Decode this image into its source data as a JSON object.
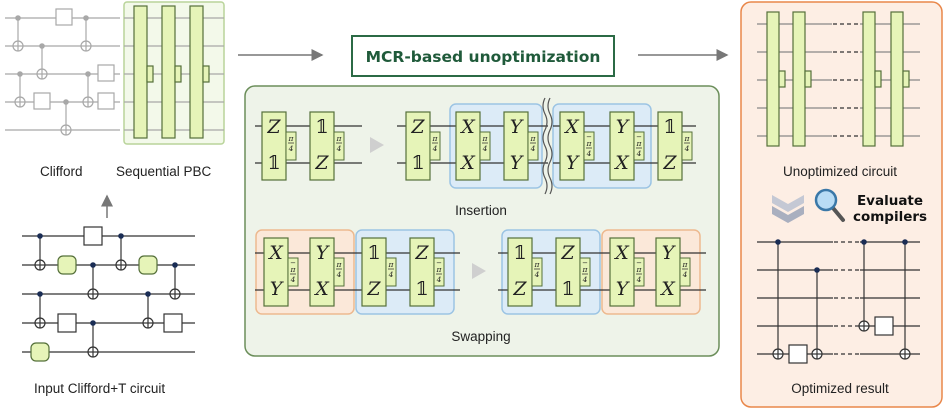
{
  "labels": {
    "clifford": "Clifford",
    "sequential_pbc": "Sequential PBC",
    "input_circuit": "Input Clifford+T circuit",
    "title": "MCR-based unoptimization",
    "insertion": "Insertion",
    "swapping": "Swapping",
    "unoptimized_circuit": "Unoptimized circuit",
    "evaluate_line1": "Evaluate",
    "evaluate_line2": "compilers",
    "optimized_result": "Optimized result"
  },
  "gates": {
    "Z": "Z",
    "X": "X",
    "Y": "Y",
    "one": "𝟙",
    "pi": "π",
    "four": "4",
    "minus": "−"
  },
  "colors": {
    "gate_fill": "#e6f4b8",
    "gate_stroke": "#55703a",
    "panel_green": "#eef3e9",
    "panel_green_border": "#6b8e5a",
    "blue_box": "#dcebf7",
    "blue_border": "#9cc4e4",
    "orange_box": "#fbe8d9",
    "orange_border": "#edb98f",
    "right_panel": "#fdeee4",
    "right_panel_border": "#e9874a",
    "wire": "#999999",
    "title_green": "#1f5a3a"
  }
}
